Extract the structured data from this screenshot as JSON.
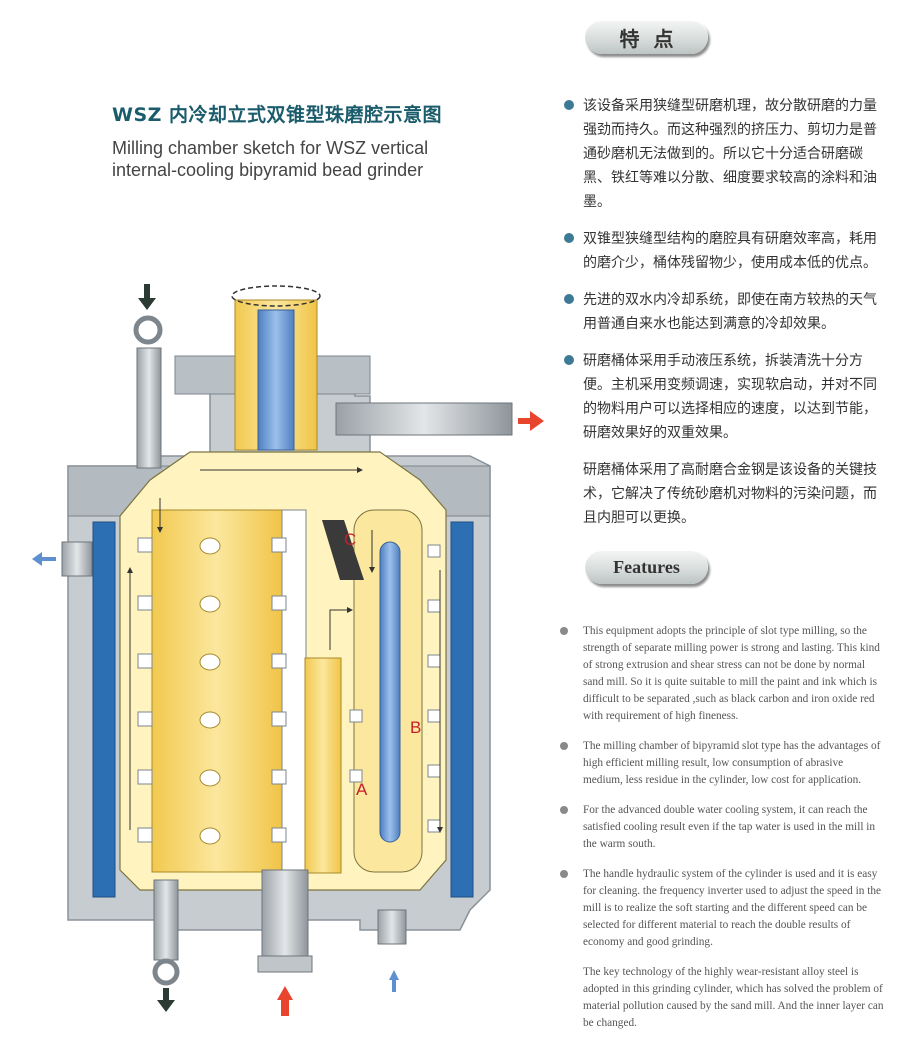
{
  "title": {
    "cn": "WSZ 内冷却立式双锥型珠磨腔示意图",
    "en": "Milling chamber sketch for WSZ vertical internal-cooling bipyramid bead grinder"
  },
  "diagram": {
    "labels": {
      "a": "A",
      "b": "B",
      "c": "C"
    },
    "colors": {
      "housing": "#c6ccd0",
      "cooling_jacket": "#2c6fb3",
      "chamber": "#fff4bf",
      "rotor": "#f5d66c",
      "shaft": "#6a9ad4",
      "arrow_in": "#e8452e",
      "arrow_dark": "#2b3b33",
      "arrow_blue": "#5d8fd1"
    }
  },
  "features_cn": {
    "tag": "特点",
    "items": [
      "该设备采用狭缝型研磨机理，故分散研磨的力量强劲而持久。而这种强烈的挤压力、剪切力是普通砂磨机无法做到的。所以它十分适合研磨碳黑、铁红等难以分散、细度要求较高的涂料和油墨。",
      "双锥型狭缝型结构的磨腔具有研磨效率高，耗用的磨介少，桶体残留物少，使用成本低的优点。",
      "先进的双水内冷却系统，即使在南方较热的天气用普通自来水也能达到满意的冷却效果。",
      "研磨桶体采用手动液压系统，拆装清洗十分方便。主机采用变频调速，实现软启动，并对不同的物料用户可以选择相应的速度，以达到节能，研磨效果好的双重效果。"
    ],
    "closing": "研磨桶体采用了高耐磨合金钢是该设备的关键技术，它解决了传统砂磨机对物料的污染问题，而且内胆可以更换。"
  },
  "features_en": {
    "tag": "Features",
    "items": [
      "This equipment adopts the principle of slot type milling, so the strength of separate milling power is strong and lasting. This kind of strong extrusion and shear stress can not be done by normal sand mill. So it is quite suitable to mill the paint and ink which is difficult to be separated ,such as black carbon and iron oxide red with requirement of high fineness.",
      "The milling chamber of bipyramid slot type has the advantages of high efficient milling result, low consumption of abrasive medium, less residue in the cylinder, low cost for application.",
      "For the advanced double water cooling system, it can reach the satisfied cooling result even if the tap water is used in the mill in the warm south.",
      "The handle hydraulic system of the cylinder is used and it is easy for cleaning. the frequency inverter used to adjust the speed in the mill is to realize the soft starting and the different speed can be selected for different material to reach the double results of economy and good grinding."
    ],
    "closing": "The key technology of the highly wear-resistant alloy steel is adopted in this grinding cylinder, which has solved the problem of material pollution caused by the sand mill. And the inner layer can be changed."
  }
}
